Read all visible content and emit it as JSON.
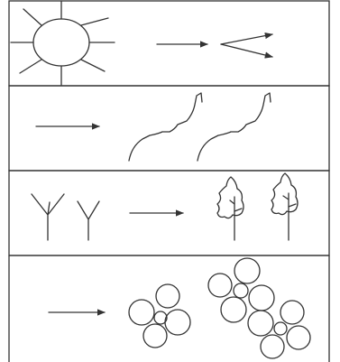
{
  "diagram": {
    "panels": [
      {
        "id": "sun",
        "left_motif": "sun-with-rays",
        "right_motif": "diverging-arrows"
      },
      {
        "id": "line-growth",
        "left_motif": "arrow",
        "right_motif": "jagged-branches"
      },
      {
        "id": "plant-growth",
        "left_motif": "forked-sprouts",
        "right_motif": "leafy-trees"
      },
      {
        "id": "circle-clusters",
        "left_motif": "arrow",
        "right_motif": "circle-clusters"
      }
    ],
    "colors": {
      "line": "#333333",
      "background": "#ffffff"
    }
  }
}
